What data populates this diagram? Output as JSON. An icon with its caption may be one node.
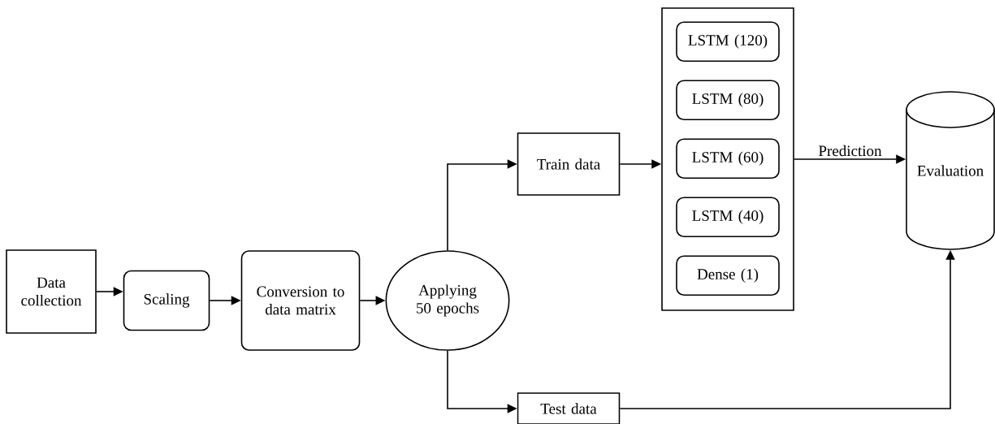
{
  "diagram": {
    "nodes": [
      {
        "text": [
          "Data collection"
        ]
      },
      {
        "text": [
          "Scaling"
        ]
      },
      {
        "text": [
          "Conversion to data matrix"
        ]
      },
      {
        "text": [
          "Applying 50 epochs"
        ]
      },
      {
        "text": [
          "Train data"
        ]
      },
      {
        "text": [
          "Test data"
        ]
      },
      {
        "text": [],
        "shape": "box"
      },
      {
        "text": [
          "LSTM (120)"
        ],
        "in": 6
      },
      {
        "text": [
          "LSTM (80)"
        ],
        "in": 6
      },
      {
        "text": [
          "LSTM (60)"
        ],
        "in": 6
      },
      {
        "text": [
          "LSTM (40)"
        ],
        "in": 6
      },
      {
        "text": [
          "Dense (1)"
        ],
        "in": 6
      },
      {
        "text": [
          "Evaluation"
        ]
      }
    ],
    "edges": [
      {
        "from": 0,
        "to": 1,
        "arrow": "to"
      },
      {
        "from": 1,
        "to": 2,
        "arrow": "to"
      },
      {
        "from": 2,
        "to": 3,
        "arrow": "to"
      },
      {
        "from": 3,
        "to": 4,
        "arrow": "to"
      },
      {
        "from": 3,
        "to": 5,
        "arrow": "to"
      },
      {
        "from": 4,
        "to": 6,
        "arrow": "to"
      },
      {
        "from": 6,
        "to": 12,
        "arrow": "to",
        "label": "Prediction"
      },
      {
        "from": 5,
        "to": 12,
        "arrow": "to"
      }
    ]
  }
}
